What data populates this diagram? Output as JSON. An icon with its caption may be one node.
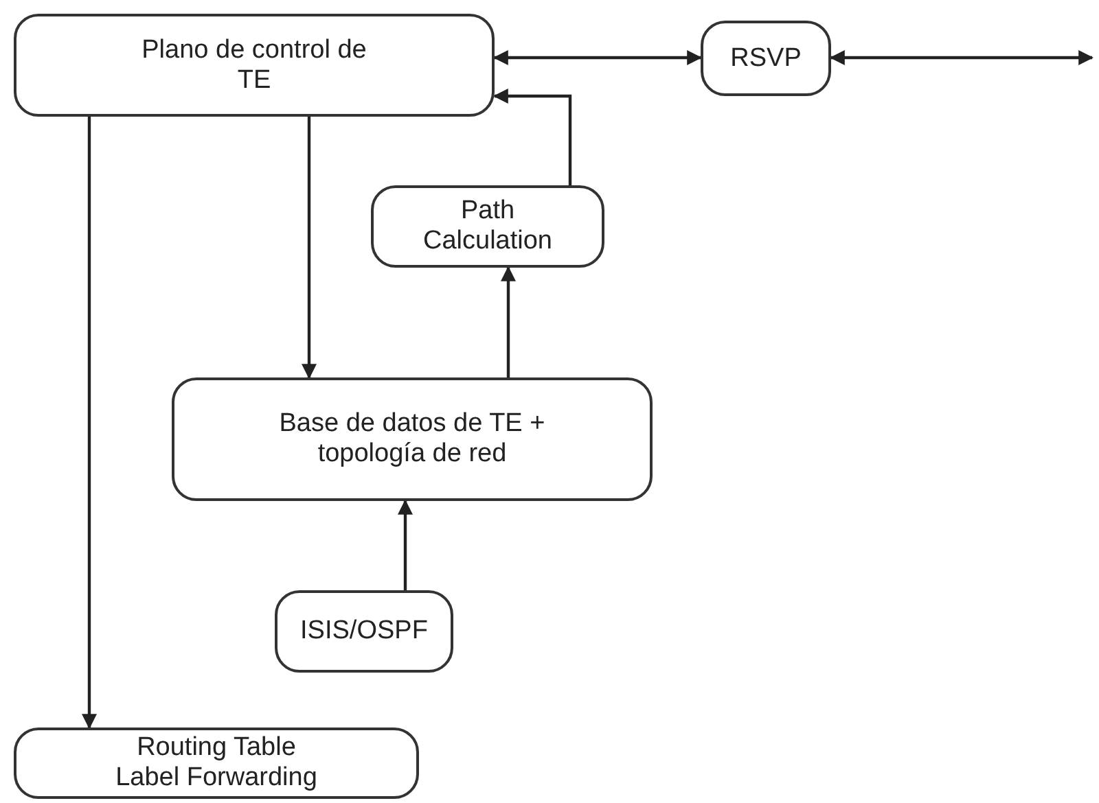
{
  "diagram": {
    "nodes": [
      {
        "text": [
          "Plano de control de TE"
        ]
      },
      {
        "text": [
          "RSVP"
        ]
      },
      {
        "text": [
          "Path Calculation"
        ]
      },
      {
        "text": [
          "Base de datos de TE + topología de red"
        ]
      },
      {
        "text": [
          "ISIS/OSPF"
        ]
      },
      {
        "text": [
          "Routing Table Label Forwarding"
        ]
      }
    ],
    "edges": [
      {
        "from": 0,
        "to": 1,
        "arrow": "both"
      },
      {
        "from": 1,
        "to": null,
        "arrow": "both"
      },
      {
        "from": 2,
        "to": 0,
        "arrow": "to"
      },
      {
        "from": 0,
        "to": 3,
        "arrow": "to"
      },
      {
        "from": 3,
        "to": 2,
        "arrow": "to"
      },
      {
        "from": 4,
        "to": 3,
        "arrow": "to"
      },
      {
        "from": 0,
        "to": 5,
        "arrow": "to"
      }
    ]
  }
}
